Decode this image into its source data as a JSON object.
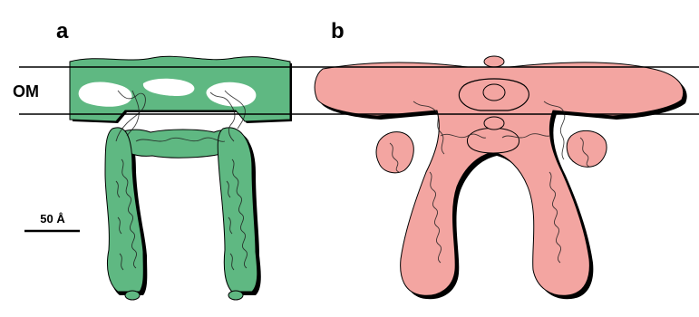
{
  "figure": {
    "panel_a_label": "a",
    "panel_b_label": "b",
    "membrane_label": "OM",
    "scale_bar_label": "50 Å"
  },
  "colors": {
    "panel_a_density": "#5fb882",
    "panel_b_density": "#f3a5a1",
    "outline": "#000000",
    "membrane_lines": "#000000",
    "background": "#ffffff"
  }
}
